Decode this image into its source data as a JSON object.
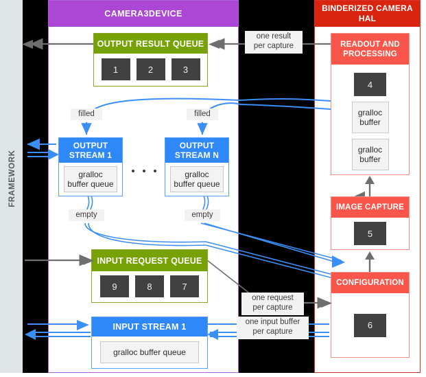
{
  "diagram": {
    "title": "Android Camera3 device / Binderized Camera HAL data flow",
    "colors": {
      "framework_band": "#dfe5e7",
      "black": "#000000",
      "camera3device_header": "#ab47d4",
      "hal_header": "#d9250f",
      "queue_green": "#76a303",
      "stream_blue": "#2f88f7",
      "hal_block_red": "#f9564b",
      "chip_gray": "#414141",
      "blue_arrow": "#3b8ef5",
      "gray_arrow": "#6e6e6e"
    }
  },
  "framework": {
    "label": "FRAMEWORK"
  },
  "camera3device": {
    "title": "CAMERA3DEVICE",
    "output_result_queue": {
      "title": "OUTPUT RESULT QUEUE",
      "chips": [
        "1",
        "2",
        "3"
      ]
    },
    "output_streams": [
      {
        "title": "OUTPUT\nSTREAM 1",
        "title_line1": "OUTPUT",
        "title_line2": "STREAM 1",
        "buffer_label_line1": "gralloc",
        "buffer_label_line2": "buffer queue",
        "filled_label": "filled",
        "empty_label": "empty"
      },
      {
        "title": "OUTPUT\nSTREAM N",
        "title_line1": "OUTPUT",
        "title_line2": "STREAM N",
        "buffer_label_line1": "gralloc",
        "buffer_label_line2": "buffer queue",
        "filled_label": "filled",
        "empty_label": "empty"
      }
    ],
    "ellipsis": "• • •",
    "input_request_queue": {
      "title": "INPUT REQUEST QUEUE",
      "chips": [
        "9",
        "8",
        "7"
      ]
    },
    "input_stream": {
      "title": "INPUT STREAM 1",
      "buffer_label": "gralloc buffer queue"
    }
  },
  "hal": {
    "title": "BINDERIZED CAMERA HAL",
    "title_line1": "BINDERIZED CAMERA",
    "title_line2": "HAL",
    "readout": {
      "title_line1": "READOUT AND",
      "title_line2": "PROCESSING",
      "chip": "4",
      "buffers": [
        {
          "line1": "gralloc",
          "line2": "buffer"
        },
        {
          "line1": "gralloc",
          "line2": "buffer"
        }
      ]
    },
    "image_capture": {
      "title": "IMAGE CAPTURE",
      "chip": "5"
    },
    "configuration": {
      "title": "CONFIGURATION",
      "chip": "6"
    }
  },
  "edge_labels": {
    "one_result_per_capture_l1": "one result",
    "one_result_per_capture_l2": "per capture",
    "one_request_per_capture_l1": "one request",
    "one_request_per_capture_l2": "per capture",
    "one_input_buffer_l1": "one input buffer",
    "one_input_buffer_l2": "per capture"
  }
}
